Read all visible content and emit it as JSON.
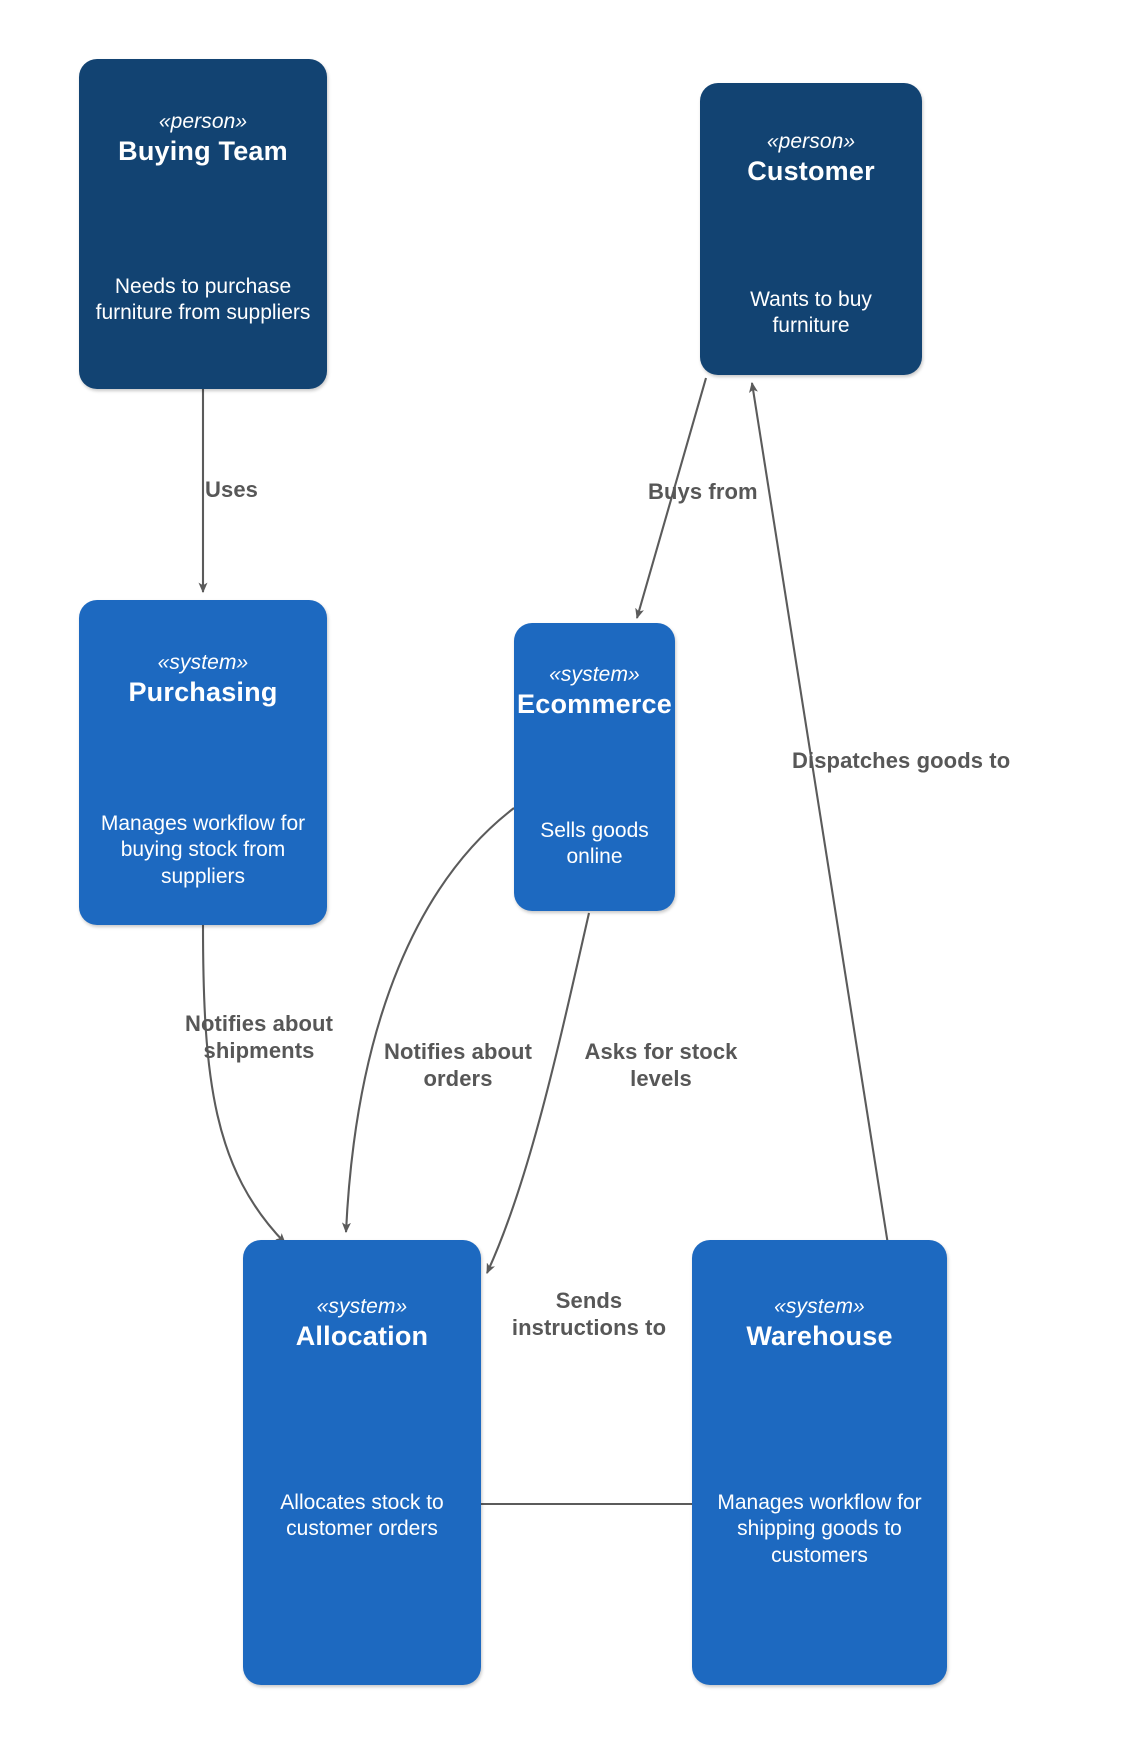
{
  "diagram": {
    "kind": "c4-system-context",
    "background": "#ffffff",
    "colors": {
      "person_fill": "#124372",
      "system_fill": "#1d69c0",
      "node_text": "#ffffff",
      "edge_stroke": "#5b5b5b",
      "edge_label_text": "#575757"
    },
    "nodes": [
      {
        "id": "buying-team",
        "type": "person",
        "stereotype": "«person»",
        "title": "Buying Team",
        "description": "Needs to purchase furniture from suppliers"
      },
      {
        "id": "customer",
        "type": "person",
        "stereotype": "«person»",
        "title": "Customer",
        "description": "Wants to buy furniture"
      },
      {
        "id": "purchasing",
        "type": "system",
        "stereotype": "«system»",
        "title": "Purchasing",
        "description": "Manages workflow for buying stock from suppliers"
      },
      {
        "id": "ecommerce",
        "type": "system",
        "stereotype": "«system»",
        "title": "Ecommerce",
        "description": "Sells goods online"
      },
      {
        "id": "allocation",
        "type": "system",
        "stereotype": "«system»",
        "title": "Allocation",
        "description": "Allocates stock to customer orders"
      },
      {
        "id": "warehouse",
        "type": "system",
        "stereotype": "«system»",
        "title": "Warehouse",
        "description": "Manages workflow for shipping goods to customers"
      }
    ],
    "edges": [
      {
        "id": "uses",
        "from": "buying-team",
        "to": "purchasing",
        "label": "Uses"
      },
      {
        "id": "buys-from",
        "from": "customer",
        "to": "ecommerce",
        "label": "Buys from"
      },
      {
        "id": "dispatches-goods-to",
        "from": "warehouse",
        "to": "customer",
        "label": "Dispatches goods to"
      },
      {
        "id": "notifies-about-shipments",
        "from": "purchasing",
        "to": "allocation",
        "label": "Notifies about\nshipments"
      },
      {
        "id": "notifies-about-orders",
        "from": "ecommerce",
        "to": "allocation",
        "label": "Notifies about orders"
      },
      {
        "id": "asks-for-stock-levels",
        "from": "ecommerce",
        "to": "allocation",
        "label": "Asks for stock levels"
      },
      {
        "id": "sends-instructions-to",
        "from": "allocation",
        "to": "warehouse",
        "label": "Sends instructions to"
      }
    ]
  }
}
